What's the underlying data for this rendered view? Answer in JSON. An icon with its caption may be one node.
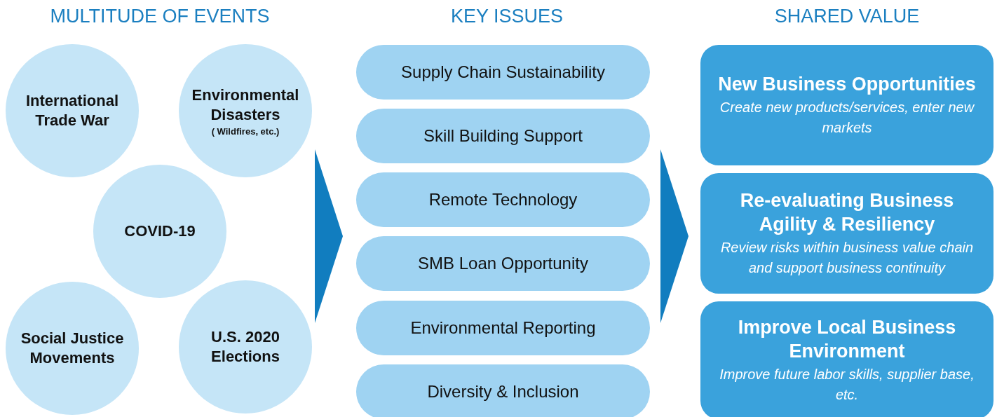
{
  "diagram": {
    "nodes": [
      {
        "text": [
          "International Trade War"
        ]
      },
      {
        "text": [
          "Environmental Disasters",
          "( Wildfires, etc.)"
        ]
      },
      {
        "text": [
          "COVID-19"
        ]
      },
      {
        "text": [
          "Social Justice Movements"
        ]
      },
      {
        "text": [
          "U.S. 2020 Elections"
        ]
      },
      {
        "text": [],
        "shape": "arrow"
      },
      {
        "text": [
          "Supply Chain Sustainability"
        ]
      },
      {
        "text": [
          "Skill Building Support"
        ]
      },
      {
        "text": [
          "Remote Technology"
        ]
      },
      {
        "text": [
          "SMB Loan Opportunity"
        ]
      },
      {
        "text": [
          "Environmental Reporting"
        ]
      },
      {
        "text": [
          "Diversity & Inclusion"
        ]
      },
      {
        "text": [],
        "shape": "arrow"
      },
      {
        "text": [
          "New Business Opportunities",
          "Create new products/services, enter new markets"
        ]
      },
      {
        "text": [
          "Re-evaluating Business Agility & Resiliency",
          "Review risks within business value chain and support business continuity"
        ]
      },
      {
        "text": [
          "Improve Local Business Environment",
          "Improve future labor skills, supplier base, etc."
        ]
      }
    ],
    "labels": [
      "MULTITUDE OF EVENTS",
      "KEY ISSUES",
      "SHARED VALUE"
    ]
  }
}
